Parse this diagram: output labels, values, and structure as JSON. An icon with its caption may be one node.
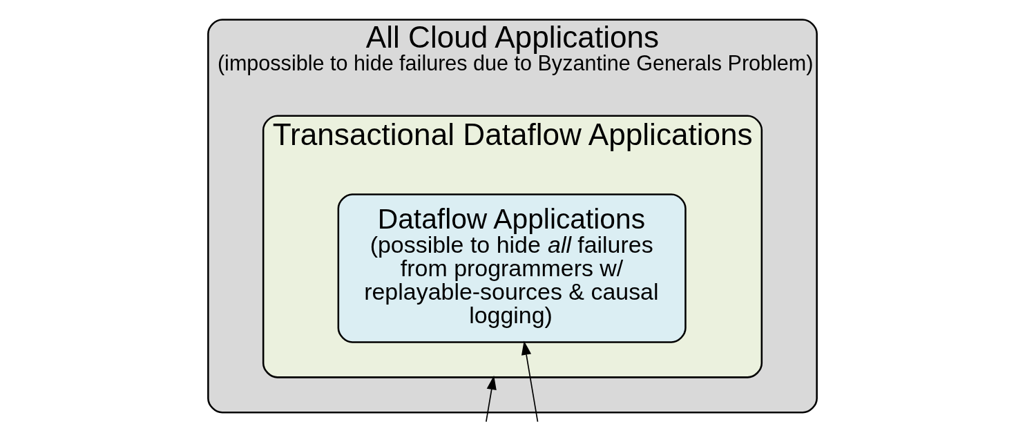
{
  "diagram": {
    "nodes": [
      {
        "text": [
          "All Cloud Applications",
          "(impossible to hide failures due to Byzantine Generals Problem)"
        ]
      },
      {
        "text": [
          "Transactional Dataflow Applications"
        ],
        "in": 0
      },
      {
        "text": [
          "Dataflow Applications",
          "(possible to hide *all* failures from programmers w/ replayable-sources & causal logging)"
        ],
        "in": 1
      }
    ],
    "edges": [
      {
        "from": null,
        "to": 1,
        "arrow": "to"
      },
      {
        "from": null,
        "to": 2,
        "arrow": "to"
      }
    ]
  }
}
